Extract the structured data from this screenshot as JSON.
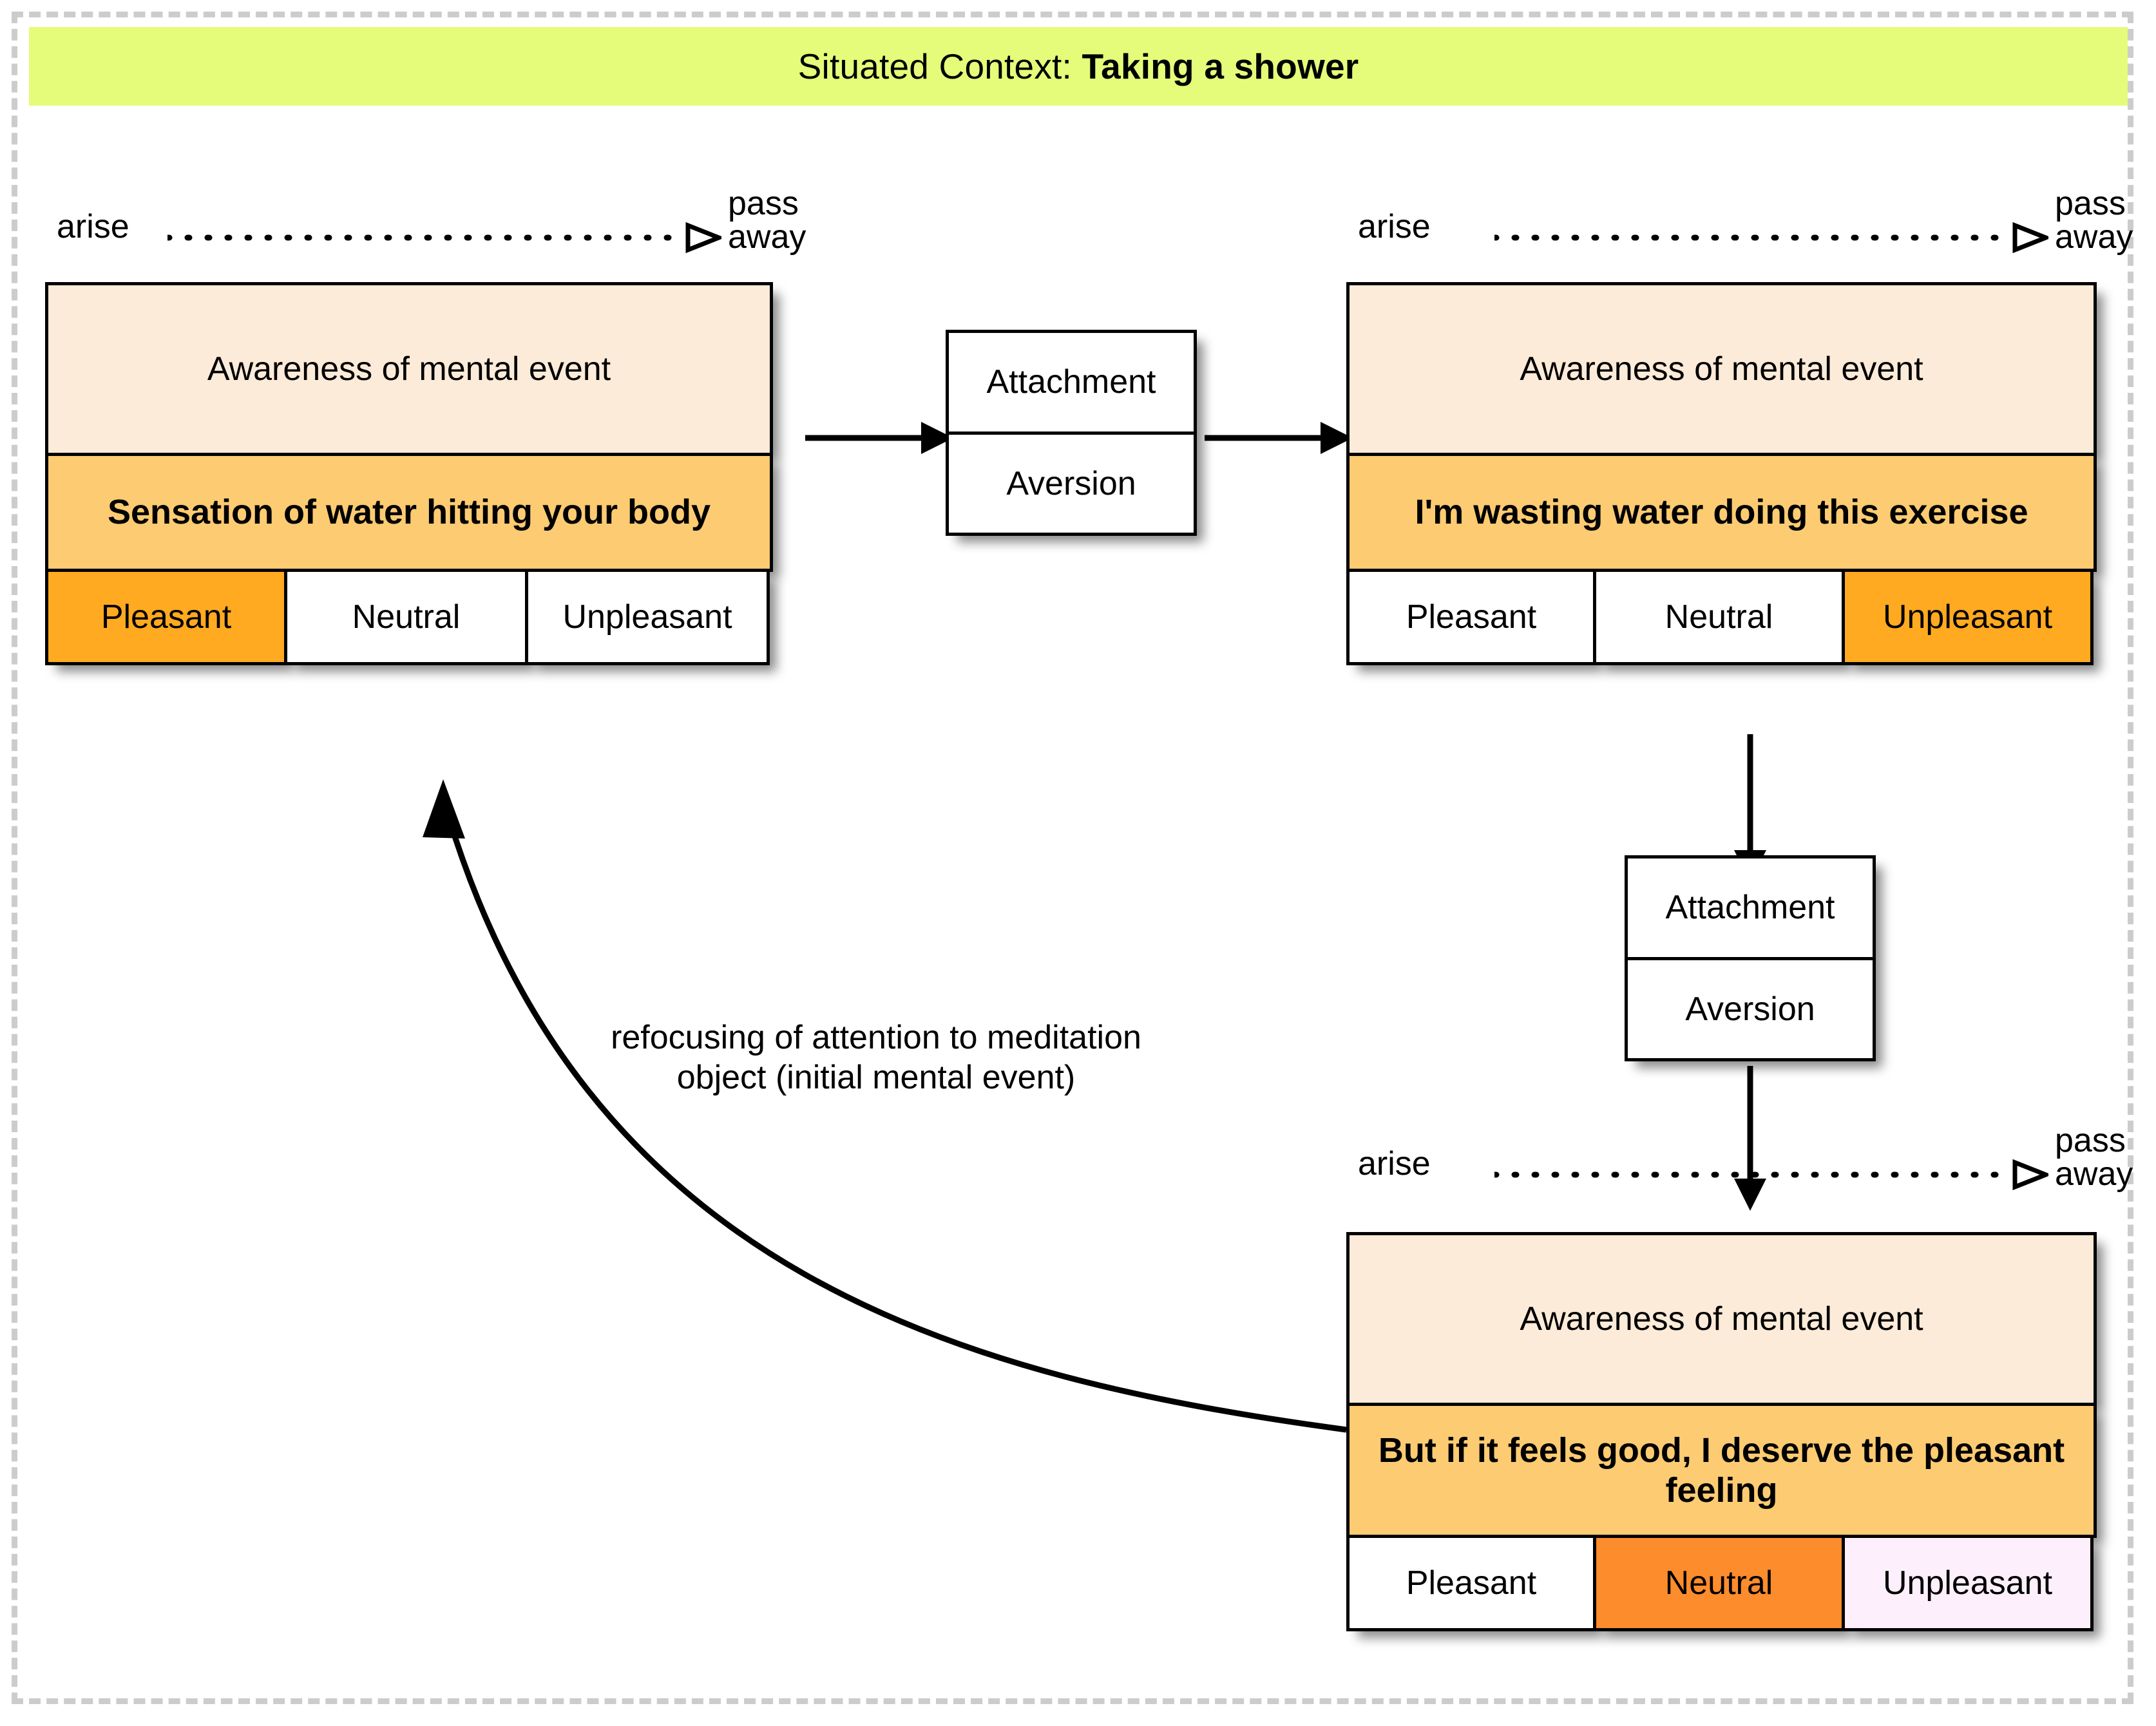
{
  "context": {
    "label": "Situated Context:",
    "value": "Taking a shower",
    "bg_color": "#e4fc79"
  },
  "labels": {
    "arise": "arise",
    "pass_away": "pass\naway",
    "awareness": "Awareness of mental event",
    "attachment": "Attachment",
    "aversion": "Aversion",
    "tone_pleasant": "Pleasant",
    "tone_neutral": "Neutral",
    "tone_unpleasant": "Unpleasant",
    "refocus": "refocusing of attention to meditation\nobject (initial mental event)"
  },
  "groups": [
    {
      "id": "group-1",
      "arise": "arise",
      "pass_away": "pass\naway",
      "awareness": "Awareness of mental event",
      "sensation": "Sensation of water hitting your body",
      "tones": [
        {
          "label": "Pleasant",
          "state": "highlighted",
          "color": "#ffaa20"
        },
        {
          "label": "Neutral",
          "state": "default",
          "color": "#ffffff"
        },
        {
          "label": "Unpleasant",
          "state": "default",
          "color": "#ffffff"
        }
      ]
    },
    {
      "id": "group-2",
      "arise": "arise",
      "pass_away": "pass\naway",
      "awareness": "Awareness of mental event",
      "sensation": "I'm wasting water doing this exercise",
      "tones": [
        {
          "label": "Pleasant",
          "state": "default",
          "color": "#ffffff"
        },
        {
          "label": "Neutral",
          "state": "default",
          "color": "#ffffff"
        },
        {
          "label": "Unpleasant",
          "state": "highlighted",
          "color": "#ffaa20"
        }
      ]
    },
    {
      "id": "group-3",
      "arise": "arise",
      "pass_away": "pass\naway",
      "awareness": "Awareness of mental event",
      "sensation": "But if it feels good, I deserve the pleasant feeling",
      "tones": [
        {
          "label": "Pleasant",
          "state": "default",
          "color": "#ffffff"
        },
        {
          "label": "Neutral",
          "state": "highlighted",
          "color": "#fd8c2c"
        },
        {
          "label": "Unpleasant",
          "state": "tinted",
          "color": "#fdf0fc"
        }
      ]
    }
  ],
  "reaction_boxes": [
    {
      "id": "reaction-1",
      "attachment": "Attachment",
      "aversion": "Aversion"
    },
    {
      "id": "reaction-2",
      "attachment": "Attachment",
      "aversion": "Aversion"
    }
  ],
  "connectors": {
    "refocus": "refocusing of attention to meditation\nobject (initial mental event)"
  },
  "colors": {
    "context_bg": "#e4fc79",
    "awareness_bg": "#fdebd9",
    "sensation_bg": "#fccb72",
    "highlight_orange": "#ffaa20",
    "highlight_orange_deep": "#fd8c2c",
    "tint_pink": "#fdf0fc",
    "frame_dash": "#cccccc",
    "stroke": "#000000"
  }
}
